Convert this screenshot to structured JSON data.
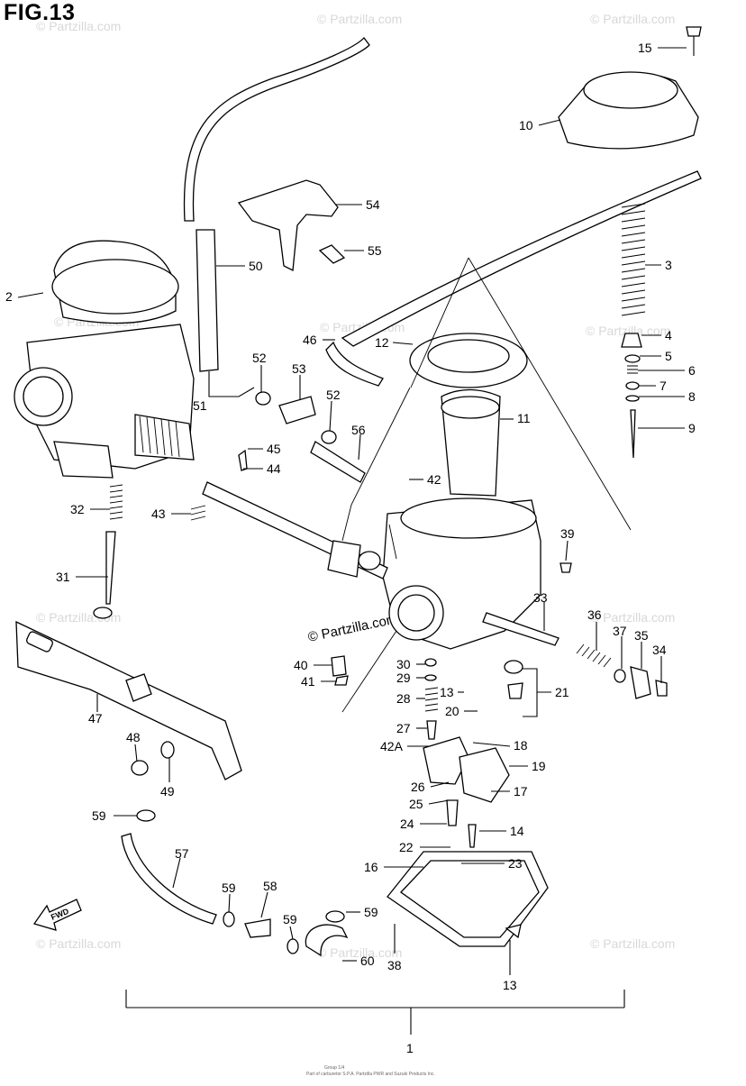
{
  "title": "FIG.13",
  "watermark": "© Partzilla.com",
  "copyright_big": "© Partzilla.com",
  "fwd_label": "FWD",
  "assembly_label": "1",
  "footer_lines": [
    "Group 1/4",
    "Part of carburetor S.P.A. Partzilla PWR and Suzuki Products Inc."
  ],
  "callouts": [
    {
      "id": "2",
      "label": "2"
    },
    {
      "id": "3",
      "label": "3"
    },
    {
      "id": "4",
      "label": "4"
    },
    {
      "id": "5",
      "label": "5"
    },
    {
      "id": "6",
      "label": "6"
    },
    {
      "id": "7",
      "label": "7"
    },
    {
      "id": "8",
      "label": "8"
    },
    {
      "id": "9",
      "label": "9"
    },
    {
      "id": "10",
      "label": "10"
    },
    {
      "id": "11",
      "label": "11"
    },
    {
      "id": "12",
      "label": "12"
    },
    {
      "id": "13a",
      "label": "13"
    },
    {
      "id": "13b",
      "label": "13"
    },
    {
      "id": "14",
      "label": "14"
    },
    {
      "id": "15",
      "label": "15"
    },
    {
      "id": "16",
      "label": "16"
    },
    {
      "id": "17",
      "label": "17"
    },
    {
      "id": "18",
      "label": "18"
    },
    {
      "id": "19",
      "label": "19"
    },
    {
      "id": "20",
      "label": "20"
    },
    {
      "id": "21",
      "label": "21"
    },
    {
      "id": "22",
      "label": "22"
    },
    {
      "id": "23",
      "label": "23"
    },
    {
      "id": "24",
      "label": "24"
    },
    {
      "id": "25",
      "label": "25"
    },
    {
      "id": "26",
      "label": "26"
    },
    {
      "id": "27",
      "label": "27"
    },
    {
      "id": "28",
      "label": "28"
    },
    {
      "id": "29",
      "label": "29"
    },
    {
      "id": "30",
      "label": "30"
    },
    {
      "id": "31",
      "label": "31"
    },
    {
      "id": "32",
      "label": "32"
    },
    {
      "id": "33",
      "label": "33"
    },
    {
      "id": "34",
      "label": "34"
    },
    {
      "id": "35",
      "label": "35"
    },
    {
      "id": "36",
      "label": "36"
    },
    {
      "id": "37",
      "label": "37"
    },
    {
      "id": "38",
      "label": "38"
    },
    {
      "id": "39",
      "label": "39"
    },
    {
      "id": "40",
      "label": "40"
    },
    {
      "id": "41",
      "label": "41"
    },
    {
      "id": "42",
      "label": "42"
    },
    {
      "id": "42A",
      "label": "42A"
    },
    {
      "id": "43",
      "label": "43"
    },
    {
      "id": "44",
      "label": "44"
    },
    {
      "id": "45",
      "label": "45"
    },
    {
      "id": "46",
      "label": "46"
    },
    {
      "id": "47",
      "label": "47"
    },
    {
      "id": "48",
      "label": "48"
    },
    {
      "id": "49",
      "label": "49"
    },
    {
      "id": "50",
      "label": "50"
    },
    {
      "id": "51",
      "label": "51"
    },
    {
      "id": "52a",
      "label": "52"
    },
    {
      "id": "52b",
      "label": "52"
    },
    {
      "id": "53",
      "label": "53"
    },
    {
      "id": "54",
      "label": "54"
    },
    {
      "id": "55",
      "label": "55"
    },
    {
      "id": "56",
      "label": "56"
    },
    {
      "id": "57",
      "label": "57"
    },
    {
      "id": "58",
      "label": "58"
    },
    {
      "id": "59a",
      "label": "59"
    },
    {
      "id": "59b",
      "label": "59"
    },
    {
      "id": "59c",
      "label": "59"
    },
    {
      "id": "59d",
      "label": "59"
    },
    {
      "id": "60",
      "label": "60"
    }
  ]
}
